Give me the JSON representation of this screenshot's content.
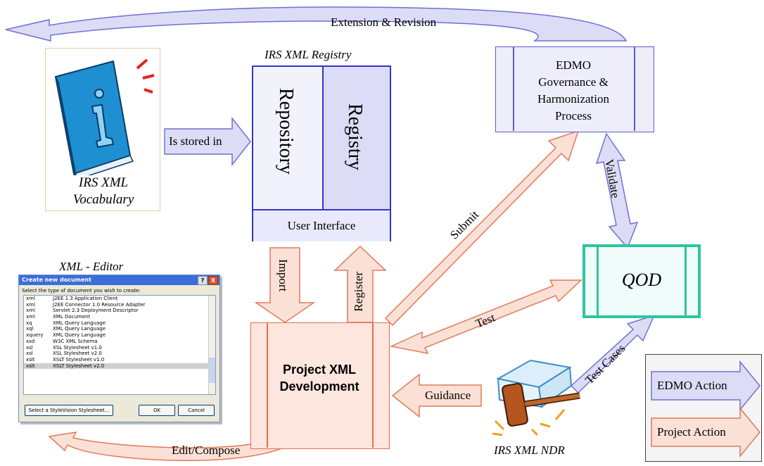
{
  "labels": {
    "extension_revision": "Extension & Revision",
    "is_stored_in": "Is stored in",
    "registry_title": "IRS XML Registry",
    "repository": "Repository",
    "registry": "Registry",
    "user_interface": "User Interface",
    "edmo_line1": "EDMO",
    "edmo_line2": "Governance &",
    "edmo_line3": "Harmonization",
    "edmo_line4": "Process",
    "validate": "Validate",
    "submit": "Submit",
    "qod": "QOD",
    "test": "Test",
    "test_cases": "Test Cases",
    "import": "Import",
    "register": "Register",
    "project_line1": "Project XML",
    "project_line2": "Development",
    "guidance": "Guidance",
    "edit_compose": "Edit/Compose",
    "vocab_line1": "IRS XML",
    "vocab_line2": "Vocabulary",
    "xml_editor": "XML - Editor",
    "ndr": "IRS XML NDR"
  },
  "legend": {
    "edmo_action": "EDMO Action",
    "project_action": "Project Action"
  },
  "dialog": {
    "title": "Create new document",
    "help": "?",
    "close": "X",
    "prompt": "Select the type of document you wish to create:",
    "rows": [
      {
        "ext": "xml",
        "name": "J2EE 1.3 Application Client"
      },
      {
        "ext": "xml",
        "name": "J2EE Connector 1.0 Resource Adapter"
      },
      {
        "ext": "xml",
        "name": "Servlet 2.3 Deployment Descriptor"
      },
      {
        "ext": "xml",
        "name": "XML Document"
      },
      {
        "ext": "xq",
        "name": "XML Query Language"
      },
      {
        "ext": "xql",
        "name": "XML Query Language"
      },
      {
        "ext": "xquery",
        "name": "XML Query Language"
      },
      {
        "ext": "xsd",
        "name": "W3C XML Schema"
      },
      {
        "ext": "xsl",
        "name": "XSL Stylesheet v1.0"
      },
      {
        "ext": "xsl",
        "name": "XSL Stylesheet v2.0"
      },
      {
        "ext": "xslt",
        "name": "XSLT Stylesheet v1.0"
      },
      {
        "ext": "xslt",
        "name": "XSLT Stylesheet v2.0"
      }
    ],
    "stylevision_button": "Select a StyleVision Stylesheet...",
    "ok_button": "OK",
    "cancel_button": "Cancel"
  },
  "colors": {
    "edmo_arrow_fill": "#dcdcf6",
    "edmo_arrow_stroke": "#7070d0",
    "project_arrow_fill": "#fbe0d6",
    "project_arrow_stroke": "#e07a5a",
    "registry_border": "#3333cc",
    "qod_border": "#2ec4a0"
  },
  "icons": {
    "vocabulary": "info-book-icon",
    "ndr": "gavel-book-icon"
  }
}
